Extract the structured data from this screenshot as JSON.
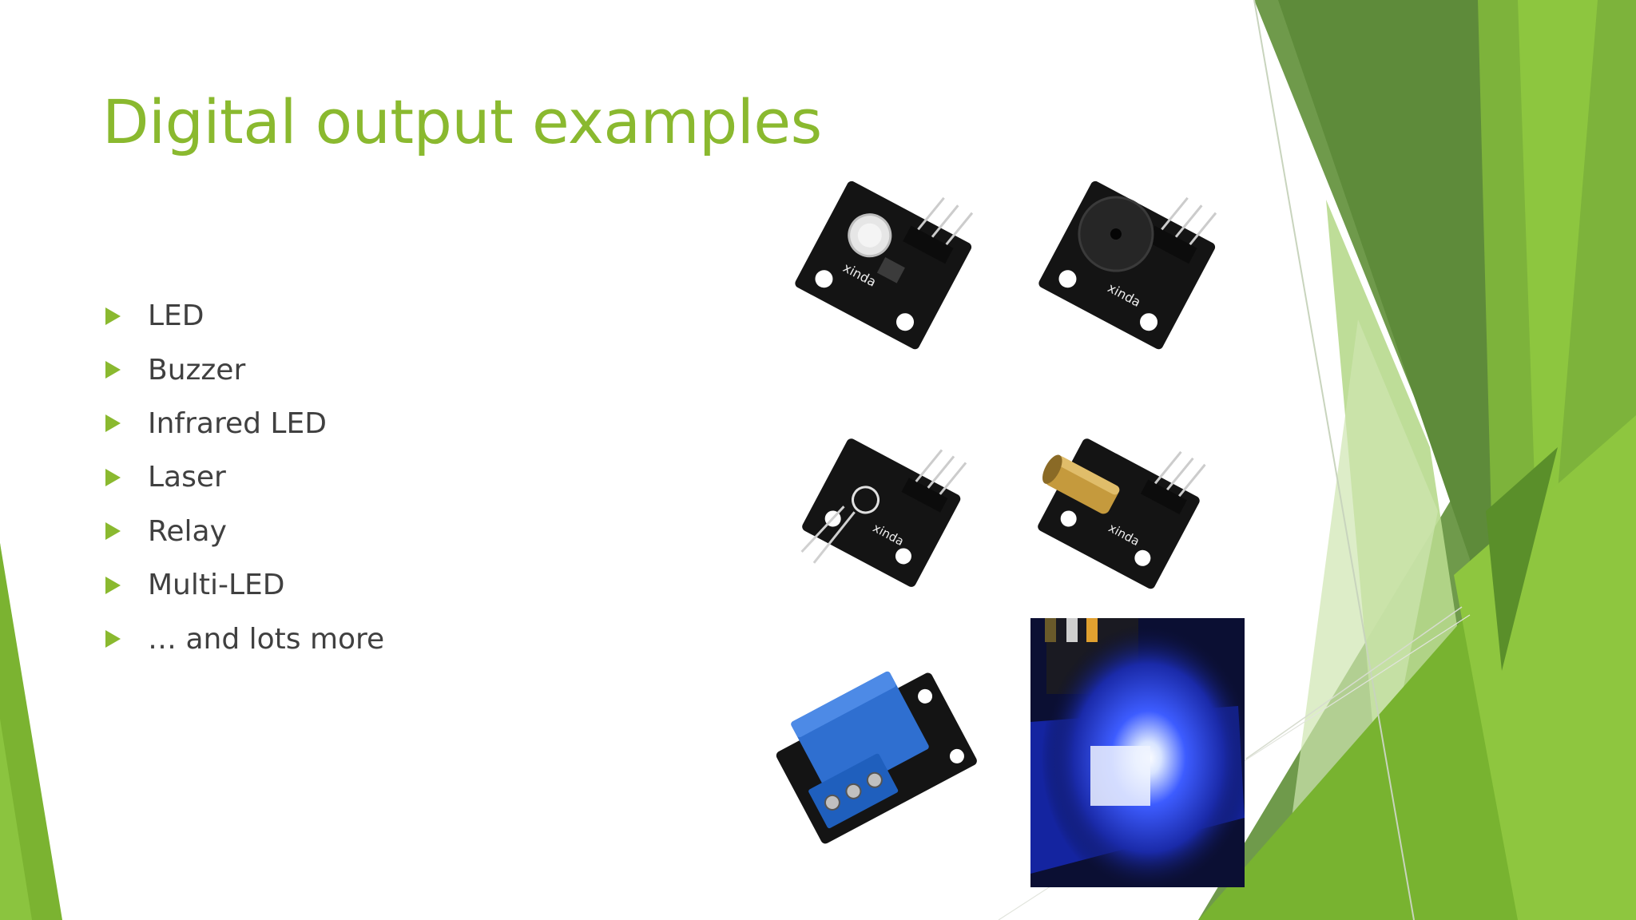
{
  "slide": {
    "title": "Digital output examples",
    "bullets": [
      "LED",
      "Buzzer",
      "Infrared LED",
      "Laser",
      "Relay",
      "Multi-LED",
      "… and lots more"
    ],
    "accent_color": "#8ab92f",
    "text_color": "#404040"
  },
  "images": [
    {
      "name": "led-module-photo"
    },
    {
      "name": "buzzer-module-photo"
    },
    {
      "name": "infrared-led-module-photo"
    },
    {
      "name": "laser-module-photo"
    },
    {
      "name": "relay-module-photo"
    },
    {
      "name": "multi-led-module-photo"
    }
  ]
}
